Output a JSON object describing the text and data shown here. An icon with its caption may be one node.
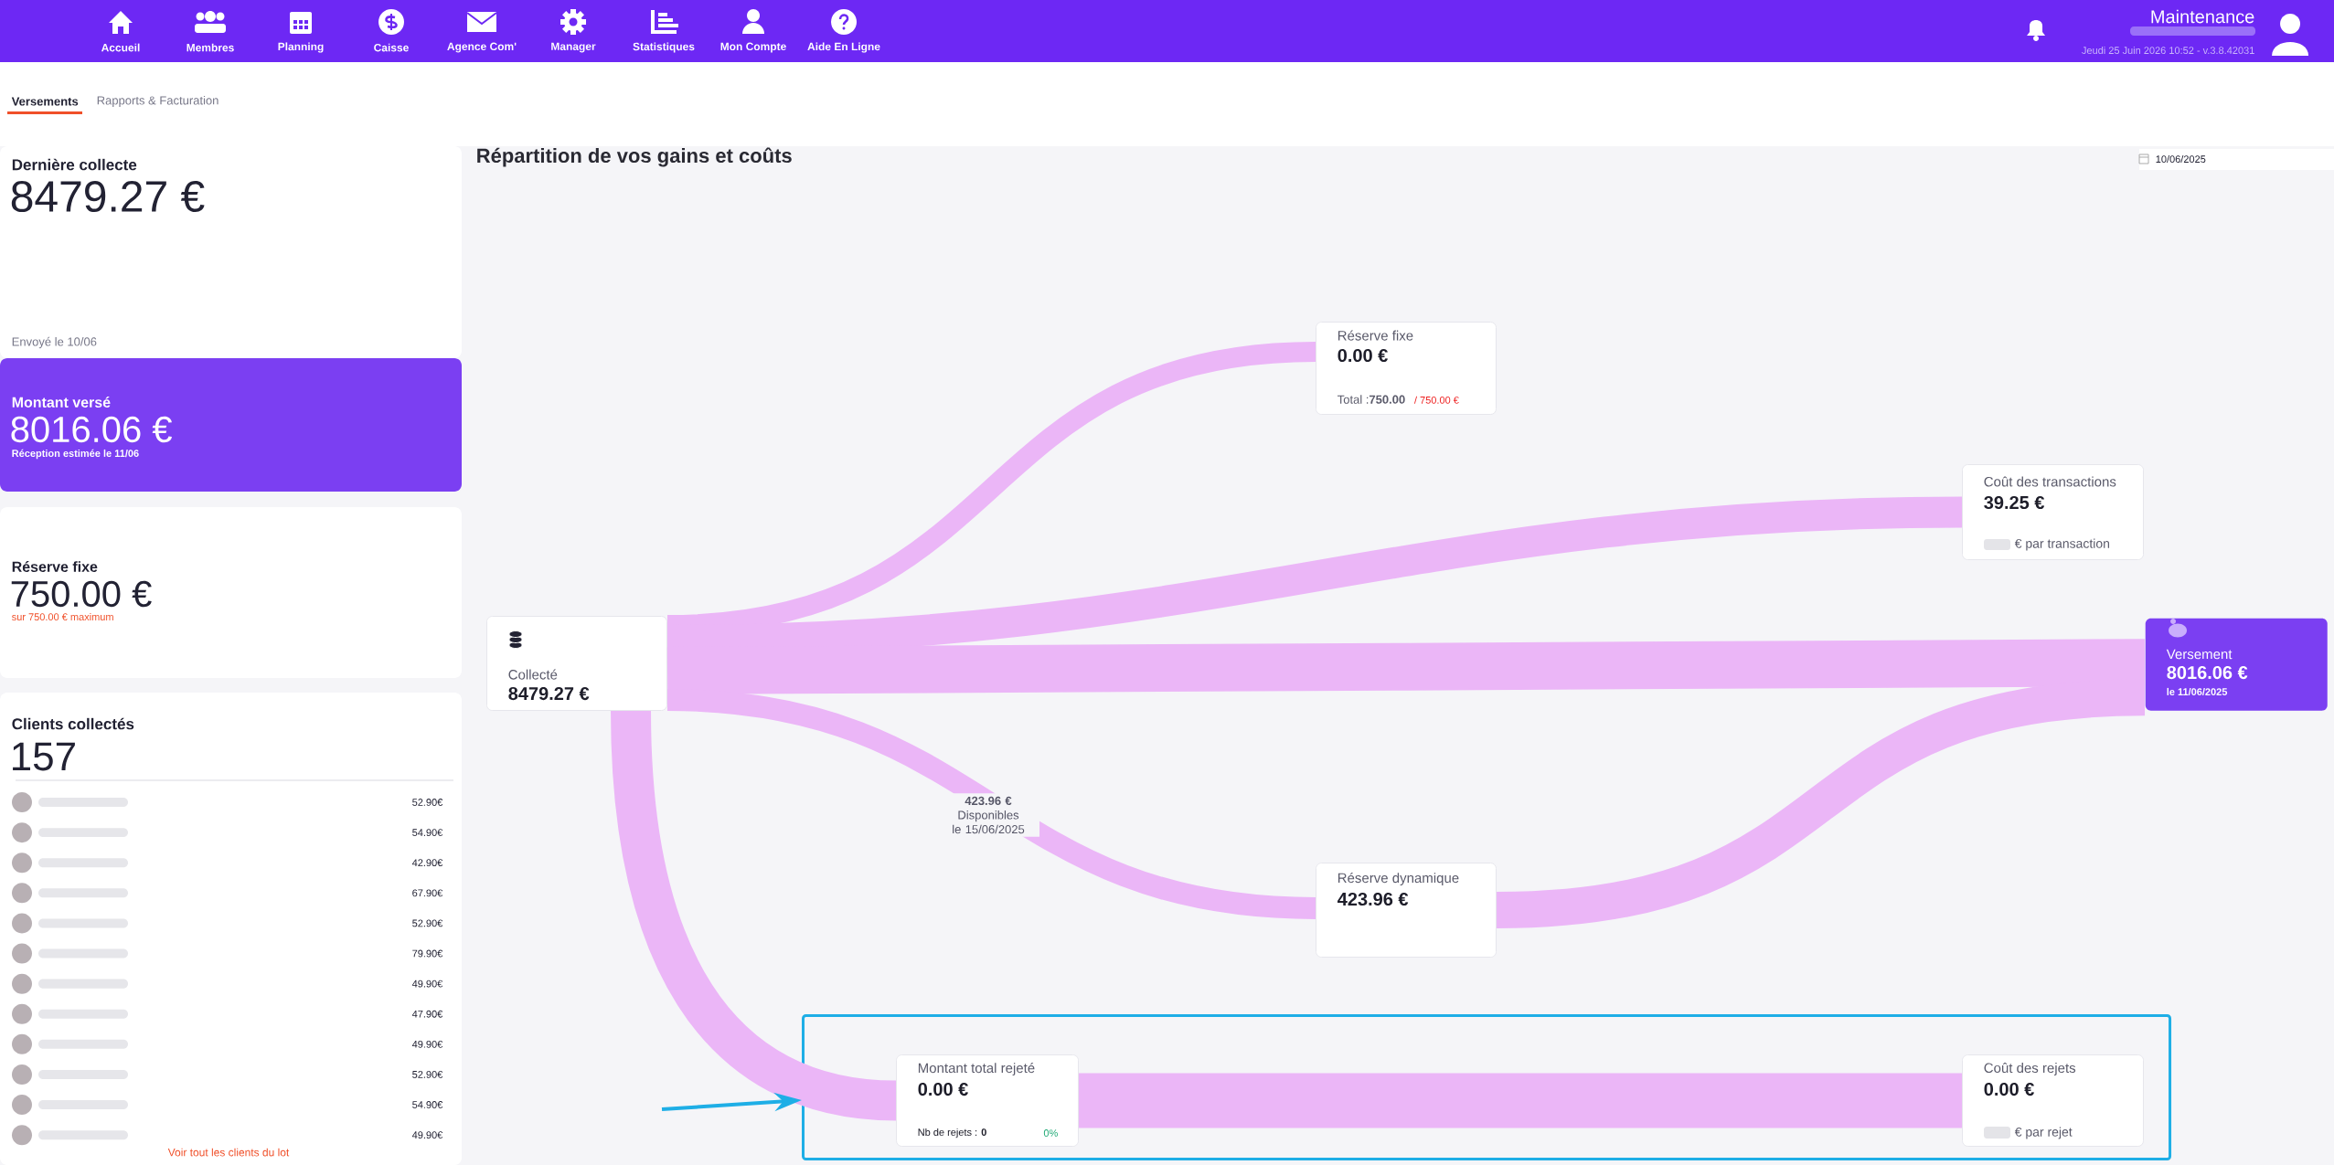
{
  "diagram": {
    "title": "Répartition de vos gains et coûts",
    "nodes": [
      {
        "text": [
          "Collecté",
          "8479.27 €"
        ]
      },
      {
        "text": [
          "Réserve fixe",
          "0.00 €",
          "Total :**750.00**",
          "/ 750.00 €"
        ]
      },
      {
        "text": [
          "Coût des transactions",
          "39.25 €",
          "€ par transaction"
        ]
      },
      {
        "text": [
          "Versement",
          "8016.06 €",
          "le 11/06/2025"
        ]
      },
      {
        "text": [
          "Réserve dynamique",
          "423.96 €"
        ]
      },
      {
        "text": [],
        "shape": "box"
      },
      {
        "text": [
          "Montant total rejeté",
          "0.00 €",
          "Nb de rejets : **0**",
          "0%"
        ],
        "in": 5
      },
      {
        "text": [
          "Coût des rejets",
          "0.00 €",
          "€ par rejet"
        ],
        "in": 5
      }
    ],
    "edges": [
      {
        "from": 0,
        "to": 1,
        "arrow": "none"
      },
      {
        "from": 0,
        "to": 2,
        "arrow": "none"
      },
      {
        "from": 0,
        "to": 3,
        "arrow": "none"
      },
      {
        "from": 0,
        "to": 4,
        "arrow": "none",
        "label": "**423.96 €** Disponibles le 15/06/2025"
      },
      {
        "from": 0,
        "to": 6,
        "arrow": "none"
      },
      {
        "from": 4,
        "to": 3,
        "arrow": "none"
      },
      {
        "from": 6,
        "to": 7,
        "arrow": "none"
      },
      {
        "from": null,
        "to": 5,
        "arrow": "to",
        "color": "#1eaee6"
      }
    ],
    "labels": [
      "Accueil",
      "Membres",
      "Planning",
      "Caisse",
      "Agence Com'",
      "Manager",
      "Statistiques",
      "Mon Compte",
      "Aide En Ligne",
      "Maintenance",
      "Jeudi 25 Juin 2026 10:52 - v.3.8.42031",
      "Versements",
      "Rapports & Facturation",
      "10/06/2025",
      "Dernière collecte",
      "8479.27 €",
      "Envoyé le 10/06",
      "Montant versé",
      "8016.06 €",
      "Réception estimée le 11/06",
      "Réserve fixe",
      "750.00 €",
      "sur 750.00 € maximum",
      "Clients collectés",
      "157",
      "52.90€",
      "54.90€",
      "42.90€",
      "67.90€",
      "52.90€",
      "79.90€",
      "49.90€",
      "47.90€",
      "49.90€",
      "52.90€",
      "54.90€",
      "49.90€",
      "Voir tout les clients du lot"
    ]
  }
}
